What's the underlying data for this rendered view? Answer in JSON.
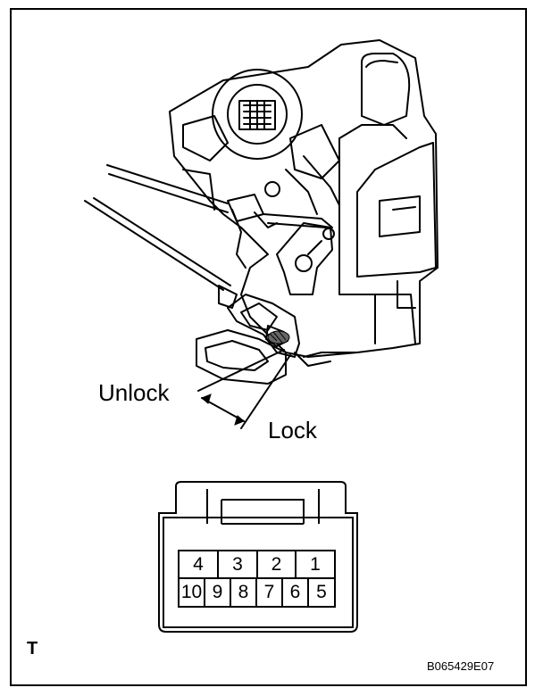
{
  "labels": {
    "unlock": "Unlock",
    "lock": "Lock",
    "view_code": "T",
    "figure_ref": "B065429E07"
  },
  "connector": {
    "top_row": [
      "4",
      "3",
      "2",
      "1"
    ],
    "bottom_row": [
      "10",
      "9",
      "8",
      "7",
      "6",
      "5"
    ]
  }
}
